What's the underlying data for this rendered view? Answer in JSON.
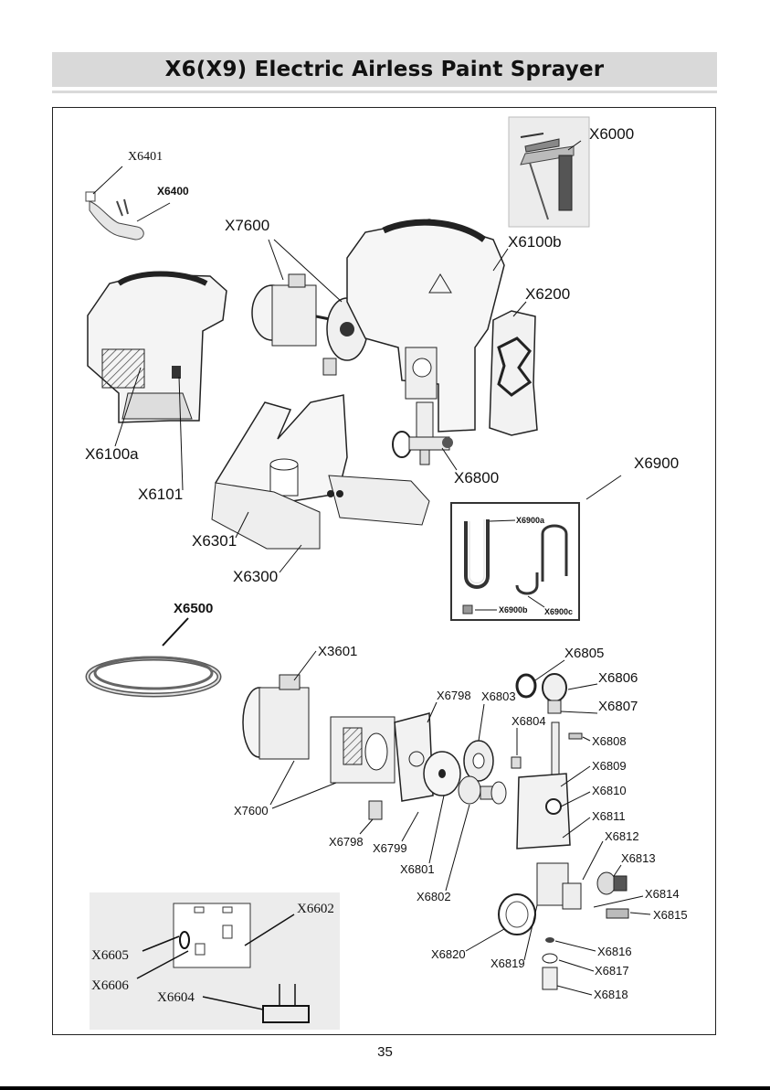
{
  "document": {
    "title": "X6(X9) Electric Airless Paint Sprayer",
    "page_number": "35"
  },
  "labels": {
    "x6000": "X6000",
    "x6401": "X6401",
    "x6400": "X6400",
    "x7600_top": "X7600",
    "x6100b": "X6100b",
    "x6200": "X6200",
    "x6100a": "X6100a",
    "x6101": "X6101",
    "x6800": "X6800",
    "x6900": "X6900",
    "x6900a": "X6900a",
    "x6900b": "X6900b",
    "x6900c": "X6900c",
    "x6301": "X6301",
    "x6300": "X6300",
    "x6500": "X6500",
    "x3601": "X3601",
    "x6798_top": "X6798",
    "x6803": "X6803",
    "x6804": "X6804",
    "x6805": "X6805",
    "x6806": "X6806",
    "x6807": "X6807",
    "x6808": "X6808",
    "x6809": "X6809",
    "x6810": "X6810",
    "x6811": "X6811",
    "x6812": "X6812",
    "x6813": "X6813",
    "x6814": "X6814",
    "x6815": "X6815",
    "x6816": "X6816",
    "x6817": "X6817",
    "x6818": "X6818",
    "x6819": "X6819",
    "x6820": "X6820",
    "x7600_bottom": "X7600",
    "x6798_bottom": "X6798",
    "x6799": "X6799",
    "x6801": "X6801",
    "x6802": "X6802",
    "x6602": "X6602",
    "x6605": "X6605",
    "x6606": "X6606",
    "x6604": "X6604"
  }
}
